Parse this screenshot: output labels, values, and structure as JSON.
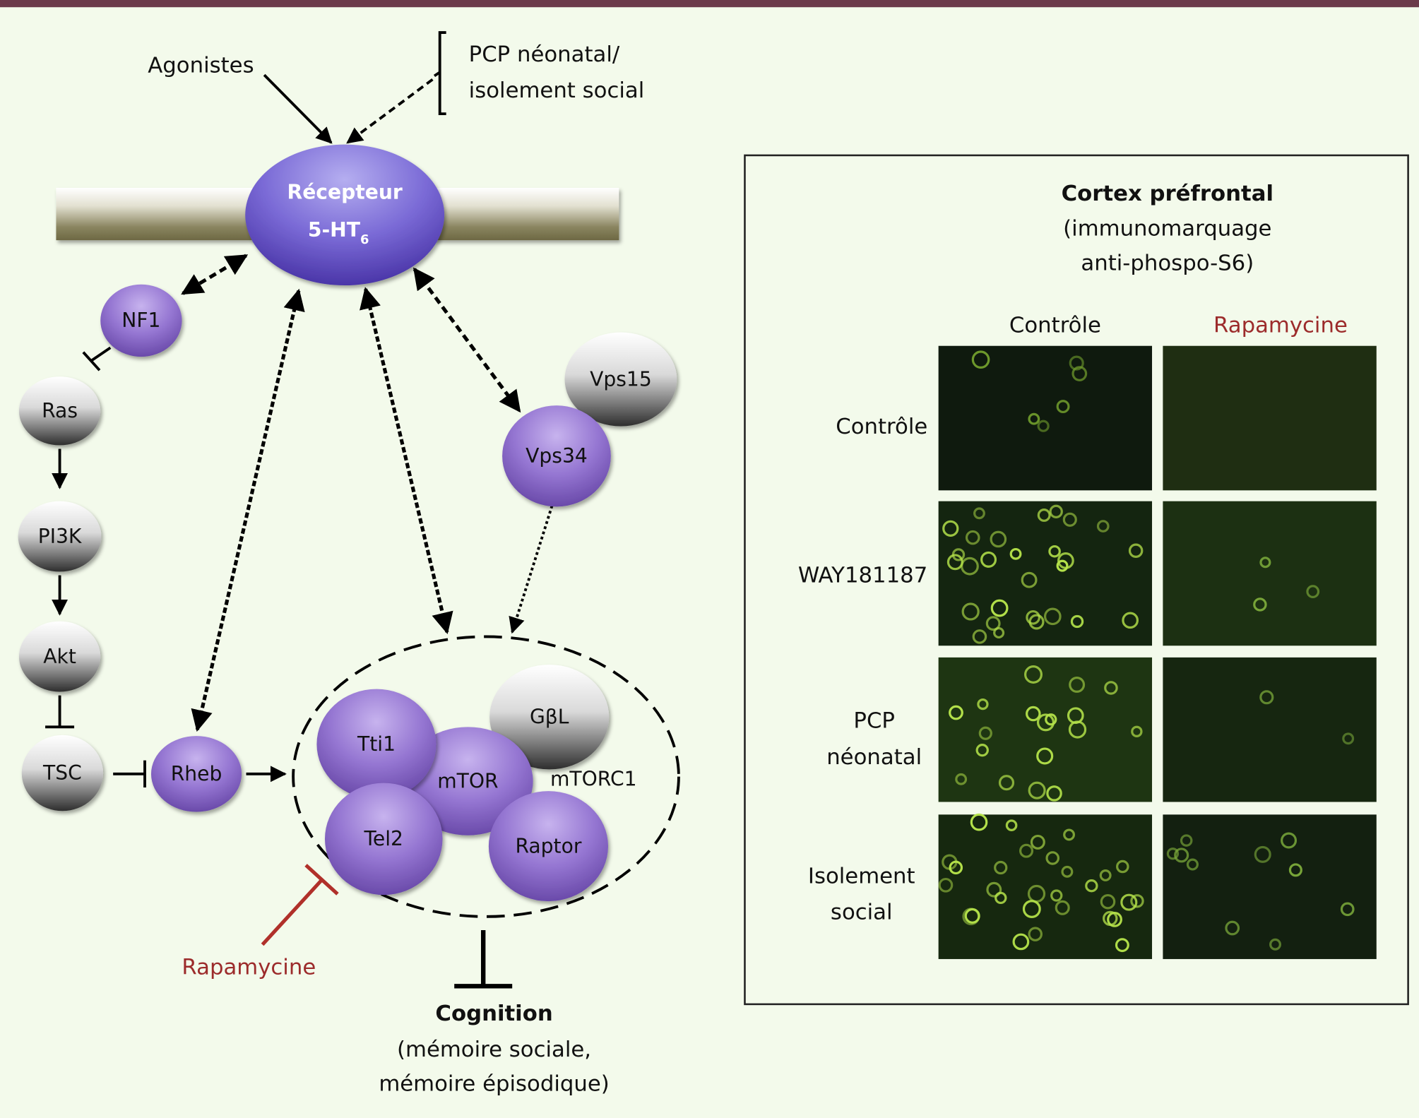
{
  "colors": {
    "background": "#f3faeb",
    "top_bar": "#6b3a4a",
    "purple_node": "#8a6cc8",
    "gray_node": "#8a8a8a",
    "rapamycin_red": "#b0302a",
    "membrane": "#7a7550"
  },
  "diagram": {
    "inputs": {
      "agonists": "Agonistes",
      "stress_line1": "PCP néonatal/",
      "stress_line2": "isolement social"
    },
    "receptor": {
      "line1": "Récepteur",
      "line2": "5-HT",
      "subscript": "6"
    },
    "nodes": {
      "nf1": "NF1",
      "ras": "Ras",
      "pi3k": "PI3K",
      "akt": "Akt",
      "tsc": "TSC",
      "rheb": "Rheb",
      "vps15": "Vps15",
      "vps34": "Vps34",
      "tti1": "Tti1",
      "mtor": "mTOR",
      "gbl": "GβL",
      "tel2": "Tel2",
      "raptor": "Raptor"
    },
    "complex_label": "mTORC1",
    "inhibitor": "Rapamycine",
    "output": {
      "title": "Cognition",
      "line1": "(mémoire sociale,",
      "line2": "mémoire épisodique)"
    }
  },
  "panel": {
    "title": "Cortex préfrontal",
    "subtitle_line1": "(immunomarquage",
    "subtitle_line2": "anti-phospo-S6)",
    "columns": [
      {
        "label": "Contrôle",
        "color": "#111111"
      },
      {
        "label": "Rapamycine",
        "color": "#9c2b2b"
      }
    ],
    "rows": [
      {
        "line1": "Contrôle",
        "line2": ""
      },
      {
        "line1": "WAY181187",
        "line2": ""
      },
      {
        "line1": "PCP",
        "line2": "néonatal"
      },
      {
        "line1": "Isolement",
        "line2": "social"
      }
    ]
  }
}
